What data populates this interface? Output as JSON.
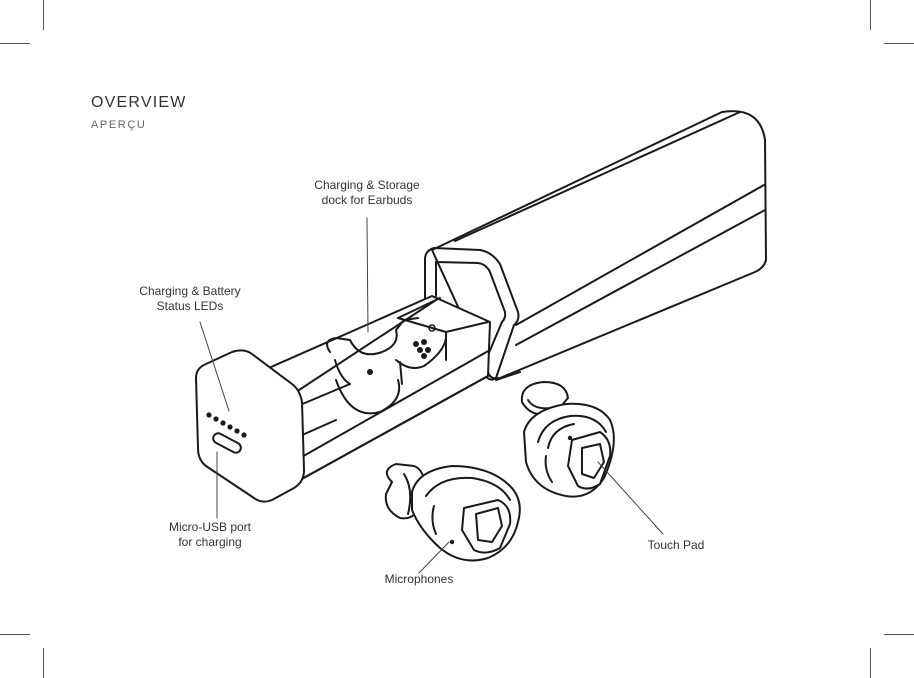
{
  "header": {
    "title": "OVERVIEW",
    "subtitle": "APERÇU"
  },
  "callouts": {
    "dock": {
      "line1": "Charging & Storage",
      "line2": "dock for Earbuds"
    },
    "leds": {
      "line1": "Charging & Battery",
      "line2": "Status LEDs"
    },
    "usb": {
      "line1": "Micro-USB port",
      "line2": "for charging"
    },
    "microphones": {
      "line1": "Microphones"
    },
    "touchpad": {
      "line1": "Touch Pad"
    }
  },
  "colors": {
    "line": "#1a1a1a",
    "leader": "#444444",
    "background": "#ffffff"
  }
}
